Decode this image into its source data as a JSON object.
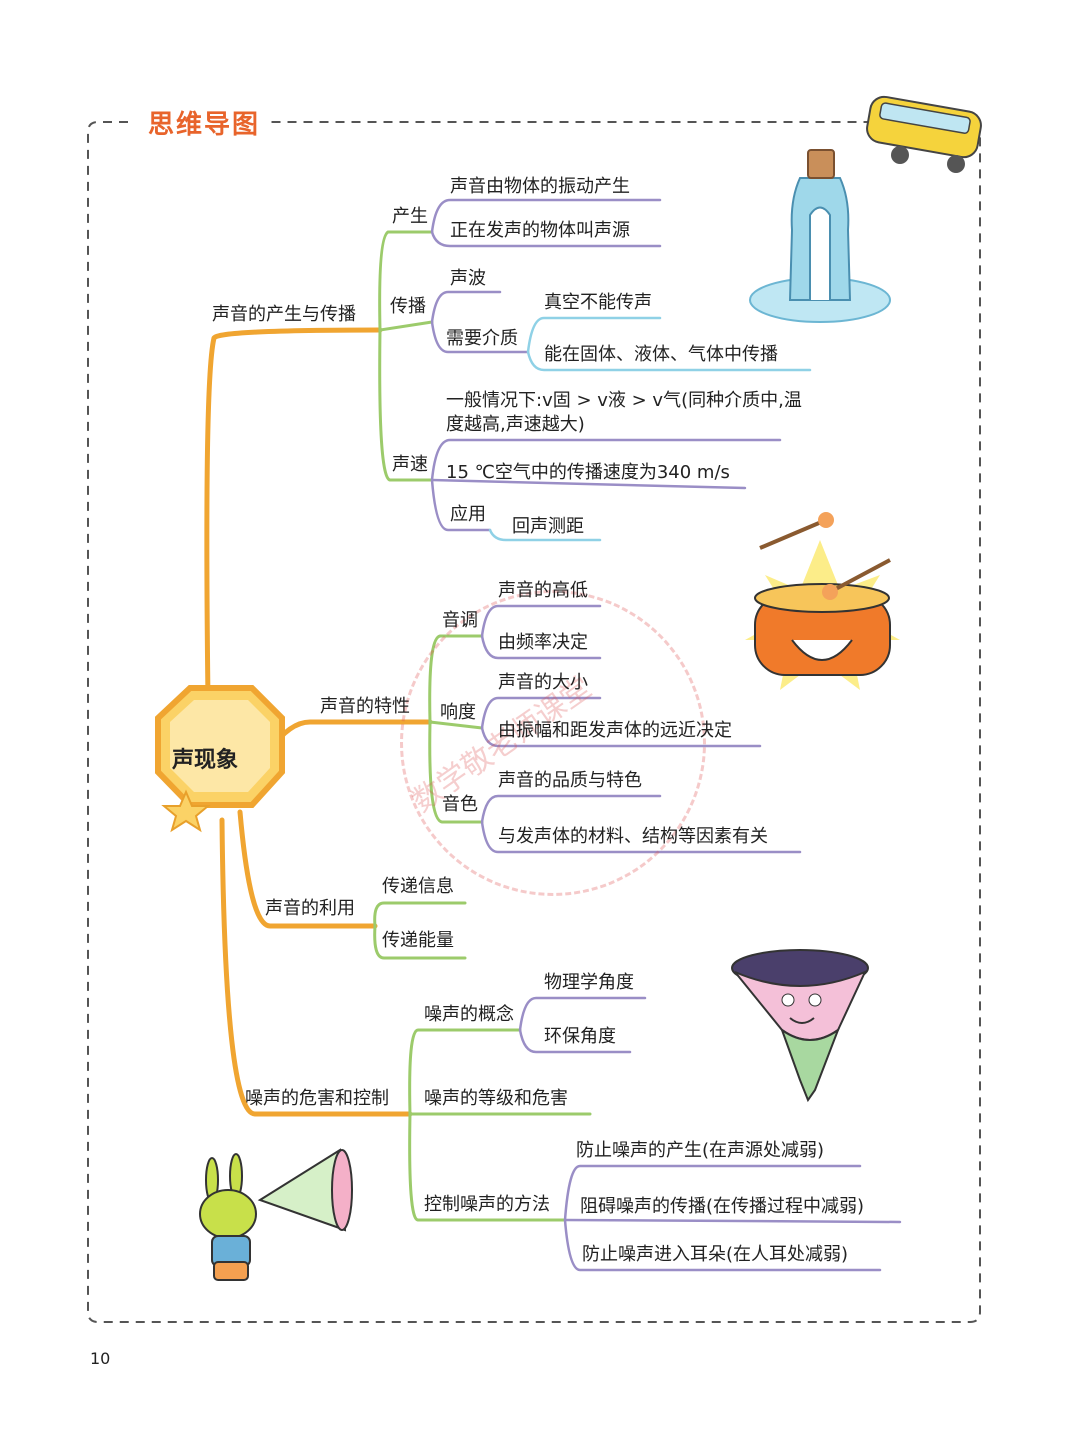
{
  "header": {
    "title": "思维导图"
  },
  "page_number": "10",
  "watermark": "数学敬老师课堂",
  "root": {
    "label": "声现象"
  },
  "branches": {
    "b1": {
      "label": "声音的产生与传播",
      "chan_sheng": {
        "label": "产生",
        "items": [
          "声音由物体的振动产生",
          "正在发声的物体叫声源"
        ]
      },
      "chuan_bo": {
        "label": "传播",
        "sheng_bo": "声波",
        "jie_zhi": {
          "label": "需要介质",
          "items": [
            "真空不能传声",
            "能在固体、液体、气体中传播"
          ]
        }
      },
      "sheng_su": {
        "label": "声速",
        "general_line1": "一般情况下:v固 > v液 > v气(同种介质中,温",
        "general_line2": "度越高,声速越大)",
        "air_speed": "15 ℃空气中的传播速度为340 m/s",
        "ying_yong": {
          "label": "应用",
          "item": "回声测距"
        }
      }
    },
    "b2": {
      "label": "声音的特性",
      "yin_diao": {
        "label": "音调",
        "items": [
          "声音的高低",
          "由频率决定"
        ]
      },
      "xiang_du": {
        "label": "响度",
        "items": [
          "声音的大小",
          "由振幅和距发声体的远近决定"
        ]
      },
      "yin_se": {
        "label": "音色",
        "items": [
          "声音的品质与特色",
          "与发声体的材料、结构等因素有关"
        ]
      }
    },
    "b3": {
      "label": "声音的利用",
      "items": [
        "传递信息",
        "传递能量"
      ]
    },
    "b4": {
      "label": "噪声的危害和控制",
      "gai_nian": {
        "label": "噪声的概念",
        "items": [
          "物理学角度",
          "环保角度"
        ]
      },
      "deng_ji": "噪声的等级和危害",
      "fang_fa": {
        "label": "控制噪声的方法",
        "items": [
          "防止噪声的产生(在声源处减弱)",
          "阻碍噪声的传播(在传播过程中减弱)",
          "防止噪声进入耳朵(在人耳处减弱)"
        ]
      }
    }
  },
  "colors": {
    "title": "#e8642b",
    "trunk": "#f0a531",
    "branch": "#9ccb6b",
    "leaf": "#8fd1e6",
    "frame": "#555555"
  }
}
